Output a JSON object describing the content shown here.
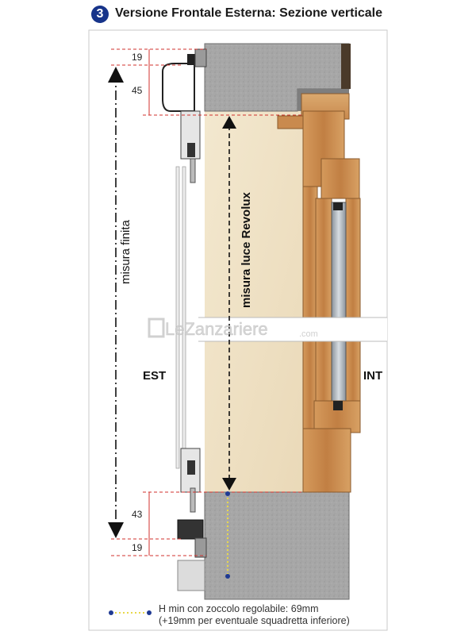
{
  "header": {
    "step_number": "3",
    "title": "Versione  Frontale Esterna: Sezione verticale"
  },
  "labels": {
    "dim_top_19": "19",
    "dim_top_45": "45",
    "dim_bottom_43": "43",
    "dim_bottom_19": "19",
    "measure_finished": "misura finita",
    "measure_light": "misura luce Revolux",
    "side_ext": "EST",
    "side_int": "INT"
  },
  "watermark": {
    "brand": "LeZanzariere",
    "suffix": ".com"
  },
  "legend": {
    "line1": "H min con zoccolo regolabile:  69mm",
    "line2": "(+19mm per eventuale squadretta inferiore)"
  },
  "colors": {
    "step_badge": "#17348a",
    "dimension_red": "#d0312d",
    "dotted_marker": "#1f3a93",
    "dotted_line": "#e8d84a",
    "stone": "#a9a9a9",
    "light_area": "#f0e3c8",
    "wood": "#c98a4e"
  }
}
